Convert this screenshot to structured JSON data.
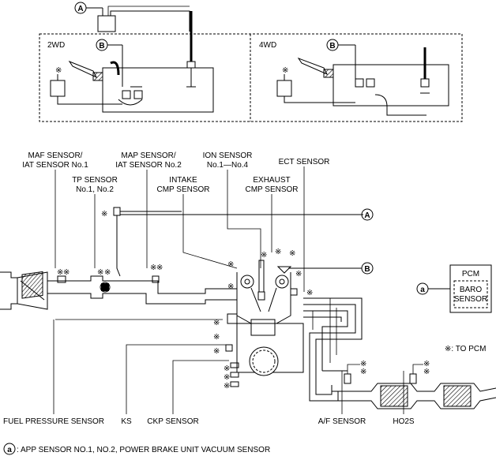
{
  "callouts": {
    "a_letter": "A",
    "b_letter": "B",
    "small_a_letter": "a"
  },
  "insets": {
    "two_wd": "2WD",
    "four_wd": "4WD"
  },
  "labels": {
    "maf_line1": "MAF SENSOR/",
    "maf_line2": "IAT SENSOR No.1",
    "map_line1": "MAP SENSOR/",
    "map_line2": "IAT SENSOR No.2",
    "ion_line1": "ION SENSOR",
    "ion_line2": "No.1—No.4",
    "ect": "ECT SENSOR",
    "tp_line1": "TP SENSOR",
    "tp_line2": "No.1, No.2",
    "intake_line1": "INTAKE",
    "intake_line2": "CMP SENSOR",
    "exhaust_line1": "EXHAUST",
    "exhaust_line2": "CMP SENSOR",
    "fuel_pressure": "FUEL PRESSURE SENSOR",
    "ks": "KS",
    "ckp": "CKP SENSOR",
    "af": "A/F SENSOR",
    "ho2s": "HO2S",
    "to_pcm": "※: TO PCM"
  },
  "pcm_box": {
    "title": "PCM",
    "baro_line1": "BARO",
    "baro_line2": "SENSOR"
  },
  "footnote": {
    "letter": "a",
    "text": ": APP SENSOR NO.1, NO.2, POWER BRAKE UNIT VACUUM SENSOR"
  },
  "asterisk": "※"
}
